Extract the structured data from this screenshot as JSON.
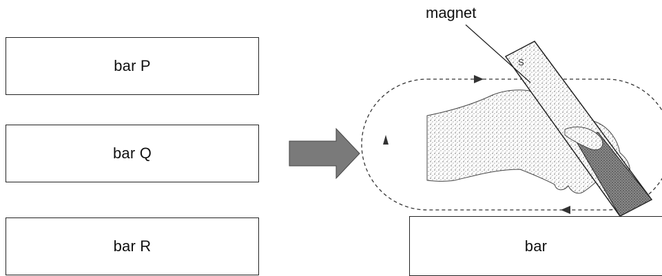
{
  "bars": [
    {
      "label": "bar P"
    },
    {
      "label": "bar Q"
    },
    {
      "label": "bar R"
    }
  ],
  "stroking_bar_label": "bar",
  "magnet_label": "magnet",
  "colors": {
    "outline": "#222222",
    "arrow_fill": "#7a7a7a",
    "hand_stipple": "#555555",
    "dashed_path": "#333333"
  },
  "icons": {
    "direction_arrow": "right-block-arrow",
    "stroke_path": "dashed-loop-arrows"
  }
}
